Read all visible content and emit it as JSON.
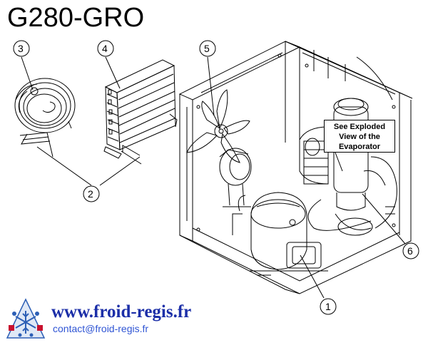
{
  "title": "G280-GRO",
  "callouts": {
    "c1": "1",
    "c2": "2",
    "c3": "3",
    "c4": "4",
    "c5": "5",
    "c6": "6"
  },
  "note": {
    "line1": "See Exploded",
    "line2": "View of the",
    "line3": "Evaporator"
  },
  "footer": {
    "url": "www.froid-regis.fr",
    "contact": "contact@froid-regis.fr"
  },
  "colors": {
    "line": "#000000",
    "url": "#1c2fa8",
    "contact": "#2f55d4",
    "logo_blue": "#2d5fb5",
    "logo_red": "#c8102e"
  },
  "icons": {
    "logo": "snowflake-logo-icon"
  }
}
